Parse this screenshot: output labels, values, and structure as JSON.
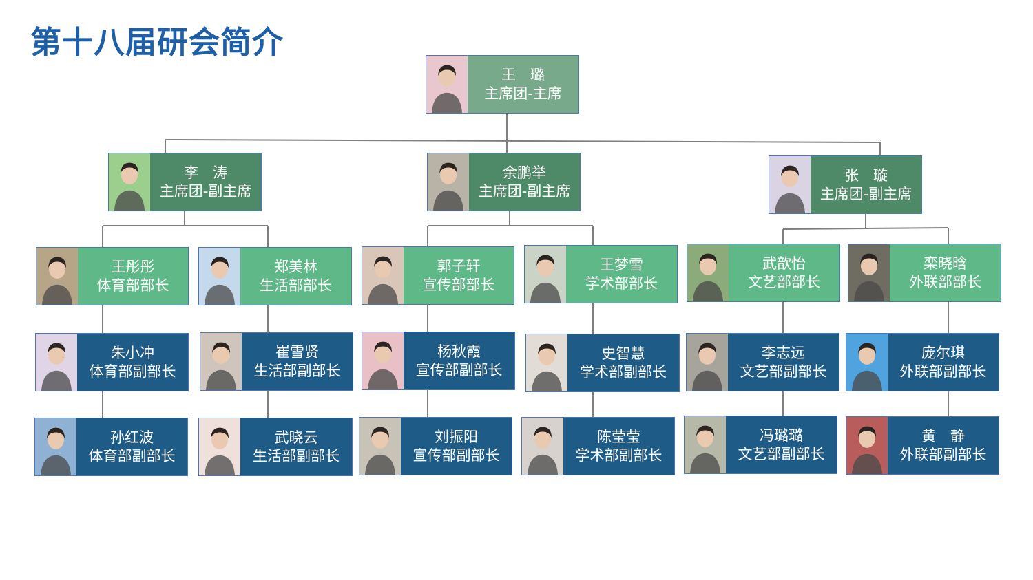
{
  "title": "第十八届研会简介",
  "chair": {
    "name": "王　璐",
    "role": "主席团-主席",
    "bg": "#e9c7cf"
  },
  "vice_chairs": [
    {
      "name": "李　涛",
      "role": "主席团-副主席",
      "bg": "#9ccf8e"
    },
    {
      "name": "余鹏举",
      "role": "主席团-副主席",
      "bg": "#b9b2a6"
    },
    {
      "name": "张　璇",
      "role": "主席团-副主席",
      "bg": "#d9d3e4"
    }
  ],
  "ministers": [
    {
      "name": "王彤彤",
      "role": "体育部部长",
      "bg": "#b7a588"
    },
    {
      "name": "郑美林",
      "role": "生活部部长",
      "bg": "#c5d9ec"
    },
    {
      "name": "郭子轩",
      "role": "宣传部部长",
      "bg": "#d9c6b8"
    },
    {
      "name": "王梦雪",
      "role": "学术部部长",
      "bg": "#c9d4c7"
    },
    {
      "name": "武歆怡",
      "role": "文艺部部长",
      "bg": "#8bab7a"
    },
    {
      "name": "栾晓晗",
      "role": "外联部部长",
      "bg": "#6f6d62"
    }
  ],
  "vice_ministers_1": [
    {
      "name": "朱小冲",
      "role": "体育部副部长",
      "bg": "#e0d5e6"
    },
    {
      "name": "崔雪贤",
      "role": "生活部副部长",
      "bg": "#cfc5bd"
    },
    {
      "name": "杨秋霞",
      "role": "宣传部副部长",
      "bg": "#e8c0c5"
    },
    {
      "name": "史智慧",
      "role": "学术部副部长",
      "bg": "#e2dcd6"
    },
    {
      "name": "李志远",
      "role": "文艺部副部长",
      "bg": "#a7a49c"
    },
    {
      "name": "庞尔琪",
      "role": "外联部副部长",
      "bg": "#4fa3de"
    }
  ],
  "vice_ministers_2": [
    {
      "name": "孙红波",
      "role": "体育部副部长",
      "bg": "#8fb2d4"
    },
    {
      "name": "武晓云",
      "role": "生活部副部长",
      "bg": "#efe0dc"
    },
    {
      "name": "刘振阳",
      "role": "宣传部副部长",
      "bg": "#c9c2b6"
    },
    {
      "name": "陈莹莹",
      "role": "学术部副部长",
      "bg": "#d7d2cd"
    },
    {
      "name": "冯璐璐",
      "role": "文艺部副部长",
      "bg": "#b6b9a7"
    },
    {
      "name": "黄　静",
      "role": "外联部副部长",
      "bg": "#b85c5c"
    }
  ],
  "colors": {
    "title": "#1f5fa8",
    "chair": "#77a98a",
    "vice_chair": "#4f8a68",
    "minister": "#5fb887",
    "vice_minister": "#1e5b87",
    "border": "#4a76b8",
    "connector": "#7f7f7f"
  }
}
